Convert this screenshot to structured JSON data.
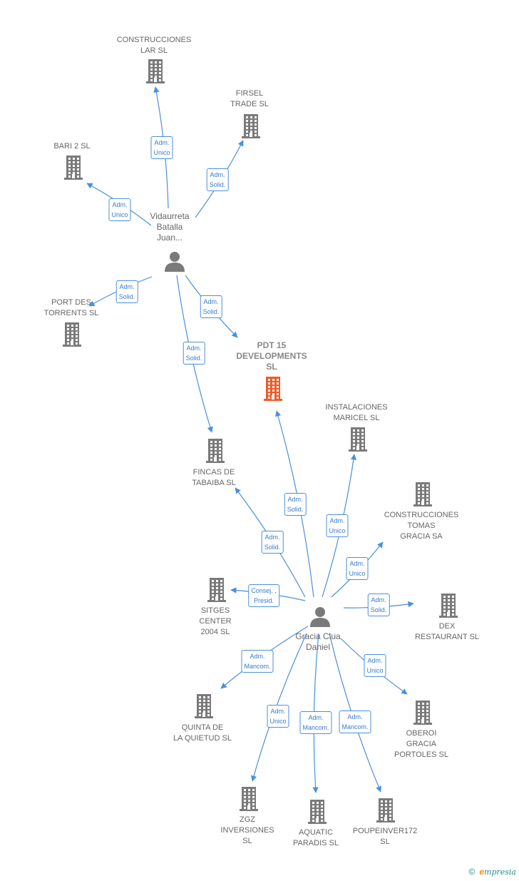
{
  "colors": {
    "building": "#7a7a7a",
    "highlight": "#f05a28",
    "edge": "#4a90d9",
    "person": "#7a7a7a"
  },
  "persons": [
    {
      "id": "vidaurreta",
      "lines": [
        "Vidaurreta",
        "Batalla",
        "Juan..."
      ]
    },
    {
      "id": "gracia",
      "lines": [
        "Gracia Clua",
        "Daniel"
      ]
    }
  ],
  "companies": [
    {
      "id": "construcciones_lar",
      "lines": [
        "CONSTRUCCIONES",
        "LAR SL"
      ],
      "highlight": false
    },
    {
      "id": "firsel",
      "lines": [
        "FIRSEL",
        "TRADE  SL"
      ],
      "highlight": false
    },
    {
      "id": "bari2",
      "lines": [
        "BARI 2  SL"
      ],
      "highlight": false
    },
    {
      "id": "port_des_torrents",
      "lines": [
        "PORT DES",
        "TORRENTS  SL"
      ],
      "highlight": false
    },
    {
      "id": "pdt15",
      "lines": [
        "PDT 15",
        "DEVELOPMENTS",
        "SL"
      ],
      "highlight": true
    },
    {
      "id": "instalaciones_maricel",
      "lines": [
        "INSTALACIONES",
        "MARICEL  SL"
      ],
      "highlight": false
    },
    {
      "id": "fincas_tabaiba",
      "lines": [
        "FINCAS DE",
        "TABAIBA  SL"
      ],
      "highlight": false
    },
    {
      "id": "construcciones_tomas",
      "lines": [
        "CONSTRUCCIONES",
        "TOMAS",
        "GRACIA SA"
      ],
      "highlight": false
    },
    {
      "id": "sitges_center",
      "lines": [
        "SITGES",
        "CENTER",
        "2004  SL"
      ],
      "highlight": false
    },
    {
      "id": "dex",
      "lines": [
        "DEX",
        "RESTAURANT SL"
      ],
      "highlight": false
    },
    {
      "id": "quinta_quietud",
      "lines": [
        "QUINTA DE",
        "LA QUIETUD SL"
      ],
      "highlight": false
    },
    {
      "id": "oberoi",
      "lines": [
        "OBEROI",
        "GRACIA",
        "PORTOLES SL"
      ],
      "highlight": false
    },
    {
      "id": "zgz",
      "lines": [
        "ZGZ",
        "INVERSIONES",
        "SL"
      ],
      "highlight": false
    },
    {
      "id": "aquatic",
      "lines": [
        "AQUATIC",
        "PARADIS SL"
      ],
      "highlight": false
    },
    {
      "id": "poupeinver",
      "lines": [
        "POUPEINVER172",
        "SL"
      ],
      "highlight": false
    }
  ],
  "relations": [
    {
      "from": "vidaurreta",
      "to": "construcciones_lar",
      "lines": [
        "Adm.",
        "Unico"
      ]
    },
    {
      "from": "vidaurreta",
      "to": "firsel",
      "lines": [
        "Adm.",
        "Solid."
      ]
    },
    {
      "from": "vidaurreta",
      "to": "bari2",
      "lines": [
        "Adm.",
        "Unico"
      ]
    },
    {
      "from": "vidaurreta",
      "to": "port_des_torrents",
      "lines": [
        "Adm.",
        "Solid."
      ]
    },
    {
      "from": "vidaurreta",
      "to": "pdt15",
      "lines": [
        "Adm.",
        "Solid."
      ]
    },
    {
      "from": "vidaurreta",
      "to": "fincas_tabaiba",
      "lines": [
        "Adm.",
        "Solid."
      ]
    },
    {
      "from": "gracia",
      "to": "pdt15",
      "lines": [
        "Adm.",
        "Solid."
      ]
    },
    {
      "from": "gracia",
      "to": "instalaciones_maricel",
      "lines": [
        "Adm.",
        "Unico"
      ]
    },
    {
      "from": "gracia",
      "to": "fincas_tabaiba",
      "lines": [
        "Adm.",
        "Solid."
      ]
    },
    {
      "from": "gracia",
      "to": "construcciones_tomas",
      "lines": [
        "Adm.",
        "Unico"
      ]
    },
    {
      "from": "gracia",
      "to": "sitges_center",
      "lines": [
        "Consej. ,",
        "Presid."
      ]
    },
    {
      "from": "gracia",
      "to": "dex",
      "lines": [
        "Adm.",
        "Solid."
      ]
    },
    {
      "from": "gracia",
      "to": "quinta_quietud",
      "lines": [
        "Adm.",
        "Mancom."
      ]
    },
    {
      "from": "gracia",
      "to": "oberoi",
      "lines": [
        "Adm.",
        "Unico"
      ]
    },
    {
      "from": "gracia",
      "to": "zgz",
      "lines": [
        "Adm.",
        "Unico"
      ]
    },
    {
      "from": "gracia",
      "to": "aquatic",
      "lines": [
        "Adm.",
        "Mancom."
      ]
    },
    {
      "from": "gracia",
      "to": "poupeinver",
      "lines": [
        "Adm.",
        "Mancom."
      ]
    }
  ],
  "footer": {
    "copyright": "©",
    "brand_initial": "e",
    "brand_rest": "mpresia"
  }
}
